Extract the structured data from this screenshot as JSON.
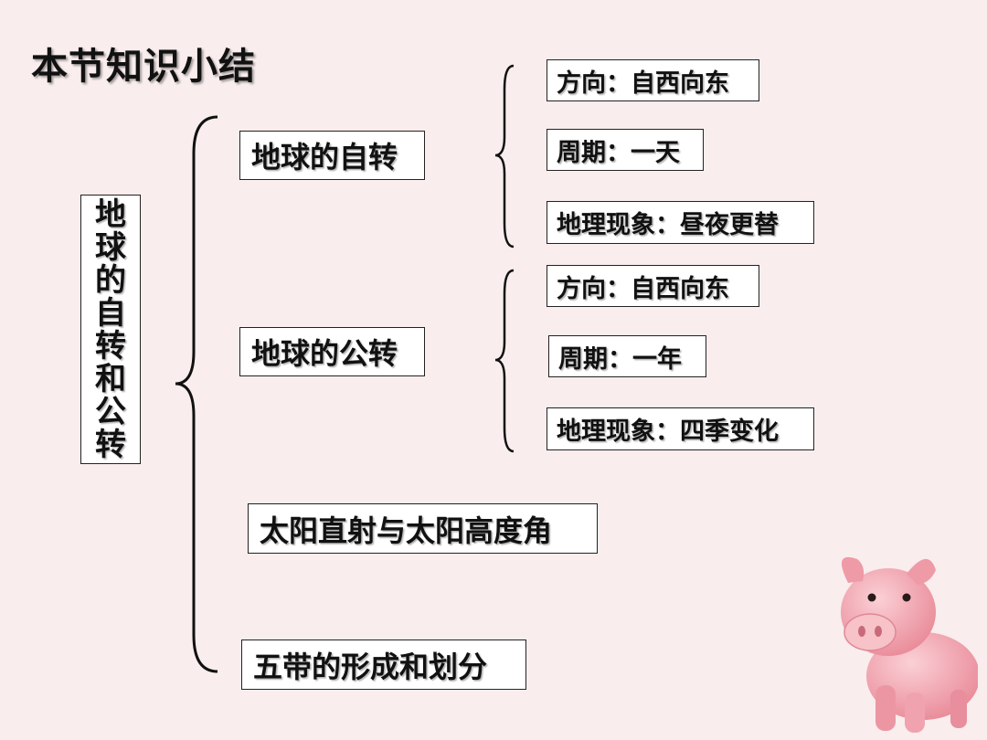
{
  "title": "本节知识小结",
  "root": {
    "chars": [
      "地",
      "球",
      "的",
      "自",
      "转",
      "和",
      "公",
      "转"
    ]
  },
  "topics": [
    {
      "label": "地球的自转",
      "details": [
        "方向：自西向东",
        "周期：一天",
        "地理现象：昼夜更替"
      ]
    },
    {
      "label": "地球的公转",
      "details": [
        "方向：自西向东",
        "周期：一年",
        "地理现象：四季变化"
      ]
    },
    {
      "label": "太阳直射与太阳高度角"
    },
    {
      "label": "五带的形成和划分"
    }
  ],
  "decoration": {
    "icon": "pink-pig-icon",
    "colors": {
      "body": "#f4a8b2",
      "snout": "#f7c2c8",
      "background": "#f9eded"
    }
  }
}
